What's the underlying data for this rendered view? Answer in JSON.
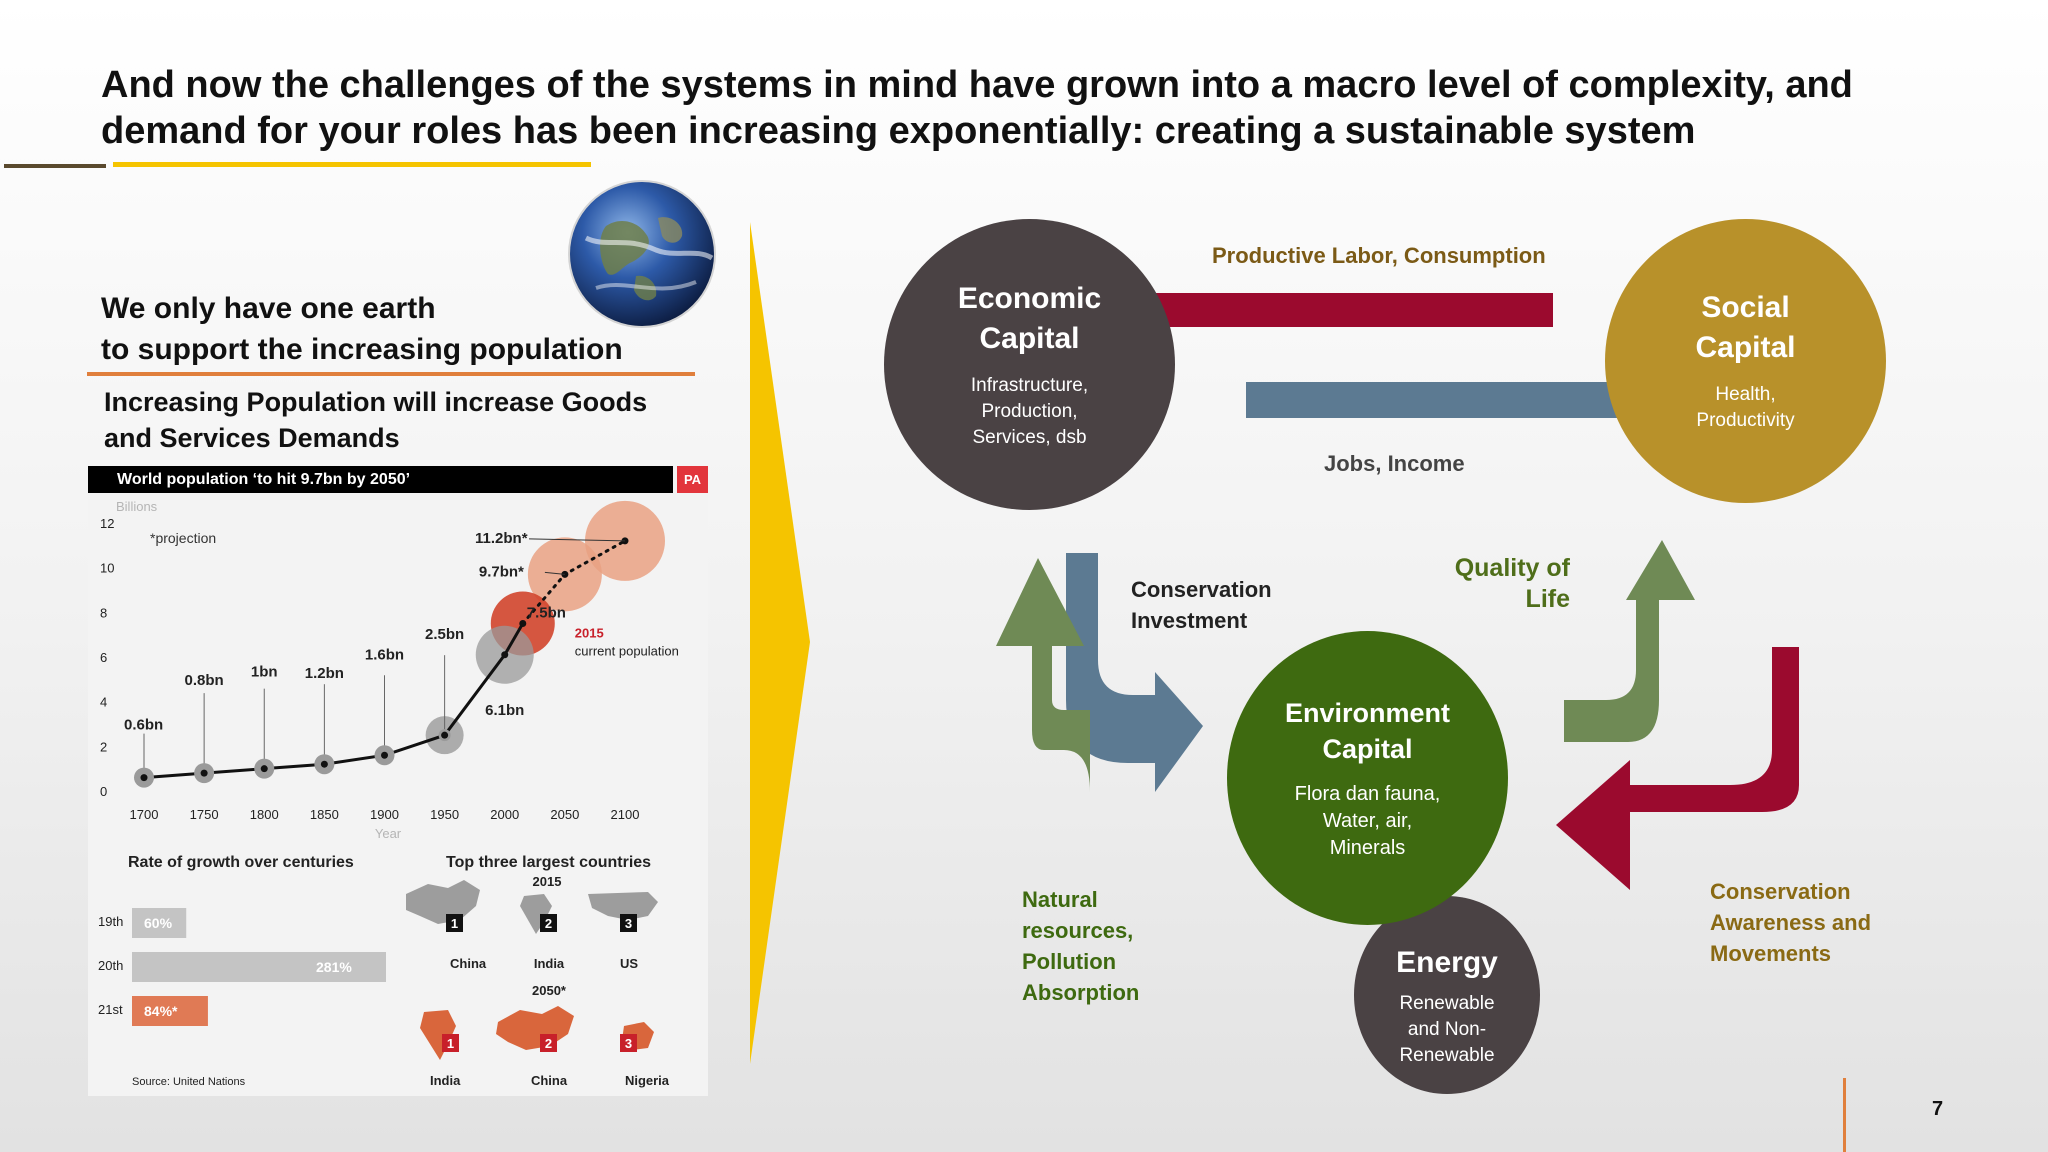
{
  "slide": {
    "title_line1": "And now the challenges of the systems in mind have grown into a macro level of complexity, and",
    "title_line2": "demand for your roles has been increasing exponentially: creating a sustainable system",
    "page_number": "7"
  },
  "left": {
    "earth_line1": "We only have one earth",
    "earth_line2": "to support the increasing population",
    "pop_line1": "Increasing Population will increase Goods",
    "pop_line2": "and Services Demands"
  },
  "infographic": {
    "header": "World population ‘to hit 9.7bn by 2050’",
    "badge": "PA",
    "units": "Billions",
    "projection_note": "*projection",
    "current_year": "2015",
    "current_note": "current population",
    "x_axis_title": "Year",
    "growth_title": "Rate of growth over centuries",
    "countries_title": "Top three largest countries",
    "year_2015": "2015",
    "year_2050": "2050*",
    "countries_2015": [
      "China",
      "India",
      "US"
    ],
    "countries_2050": [
      "India",
      "China",
      "Nigeria"
    ],
    "ranks": [
      "1",
      "2",
      "3"
    ],
    "source": "Source: United Nations",
    "growth_rates": [
      {
        "century": "19th",
        "label": "60%",
        "value": 60
      },
      {
        "century": "20th",
        "label": "281%",
        "value": 281
      },
      {
        "century": "21st",
        "label": "84%*",
        "value": 84
      }
    ]
  },
  "chart_data": {
    "type": "line",
    "title": "World population ‘to hit 9.7bn by 2050’",
    "xlabel": "Year",
    "ylabel": "Billions",
    "ylim": [
      0,
      12
    ],
    "y_ticks": [
      "0",
      "2",
      "4",
      "6",
      "8",
      "10",
      "12"
    ],
    "x_ticks": [
      "1700",
      "1750",
      "1800",
      "1850",
      "1900",
      "1950",
      "2000",
      "2050",
      "2100"
    ],
    "series": [
      {
        "points": [
          {
            "x": 1700,
            "y": 0.6,
            "label": "0.6bn"
          },
          {
            "x": 1750,
            "y": 0.8,
            "label": "0.8bn"
          },
          {
            "x": 1800,
            "y": 1.0,
            "label": "1bn"
          },
          {
            "x": 1850,
            "y": 1.2,
            "label": "1.2bn"
          },
          {
            "x": 1900,
            "y": 1.6,
            "label": "1.6bn"
          },
          {
            "x": 1950,
            "y": 2.5,
            "label": "2.5bn"
          },
          {
            "x": 2000,
            "y": 6.1,
            "label": "6.1bn"
          },
          {
            "x": 2015,
            "y": 7.5,
            "label": "7.5bn"
          },
          {
            "x": 2050,
            "y": 9.7,
            "label": "9.7bn*"
          },
          {
            "x": 2100,
            "y": 11.2,
            "label": "11.2bn*"
          }
        ]
      }
    ]
  },
  "diagram": {
    "economic": {
      "title1": "Economic",
      "title2": "Capital",
      "sub1": "Infrastructure,",
      "sub2": "Production,",
      "sub3": "Services, dsb"
    },
    "social": {
      "title1": "Social",
      "title2": "Capital",
      "sub1": "Health,",
      "sub2": "Productivity"
    },
    "environment": {
      "title1": "Environment",
      "title2": "Capital",
      "sub1": "Flora dan fauna,",
      "sub2": "Water, air,",
      "sub3": "Minerals"
    },
    "energy": {
      "title": "Energy",
      "sub1": "Renewable",
      "sub2": "and Non-",
      "sub3": "Renewable"
    },
    "labels": {
      "productive_labor": "Productive Labor, Consumption",
      "jobs_income": "Jobs, Income",
      "conservation_investment_1": "Conservation",
      "conservation_investment_2": "Investment",
      "quality_1": "Quality of",
      "quality_2": "Life",
      "natural_1": "Natural",
      "natural_2": "resources,",
      "natural_3": "Pollution",
      "natural_4": "Absorption",
      "awareness_1": "Conservation",
      "awareness_2": "Awareness and",
      "awareness_3": "Movements"
    },
    "colors": {
      "economic": "#4a4244",
      "social": "#b8912a",
      "environment": "#3e6a10",
      "energy": "#4a4244",
      "red_arrow": "#9b0a2e",
      "blue_arrow": "#5c7a92",
      "green_arrow": "#6f8a55",
      "gold_chevron": "#f5c400"
    }
  }
}
